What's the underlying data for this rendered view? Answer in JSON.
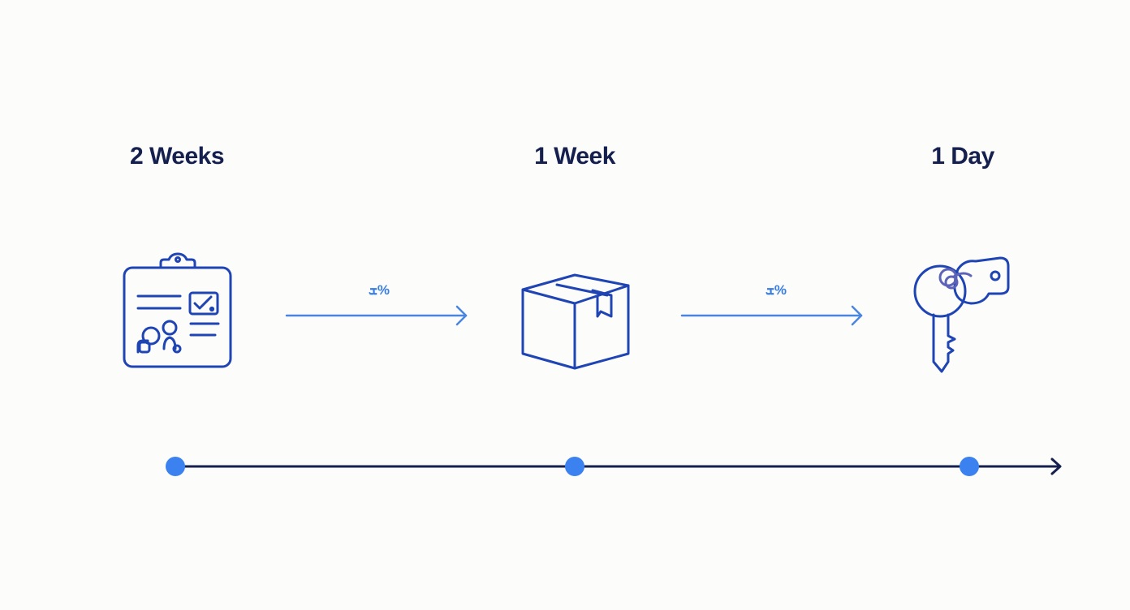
{
  "stages": [
    {
      "label": "2 Weeks",
      "icon": "clipboard-checklist-icon"
    },
    {
      "label": "1 Week",
      "icon": "package-box-icon"
    },
    {
      "label": "1 Day",
      "icon": "keys-icon"
    }
  ],
  "connectors": [
    {
      "tag": "ܫ%"
    },
    {
      "tag": "ܫ%"
    }
  ],
  "colors": {
    "icon_stroke": "#1f44b4",
    "arrow": "#4a86e0",
    "timeline_line": "#15204f",
    "timeline_dot": "#3b82f0",
    "label_text": "#15204f",
    "background": "#fcfcfb"
  }
}
